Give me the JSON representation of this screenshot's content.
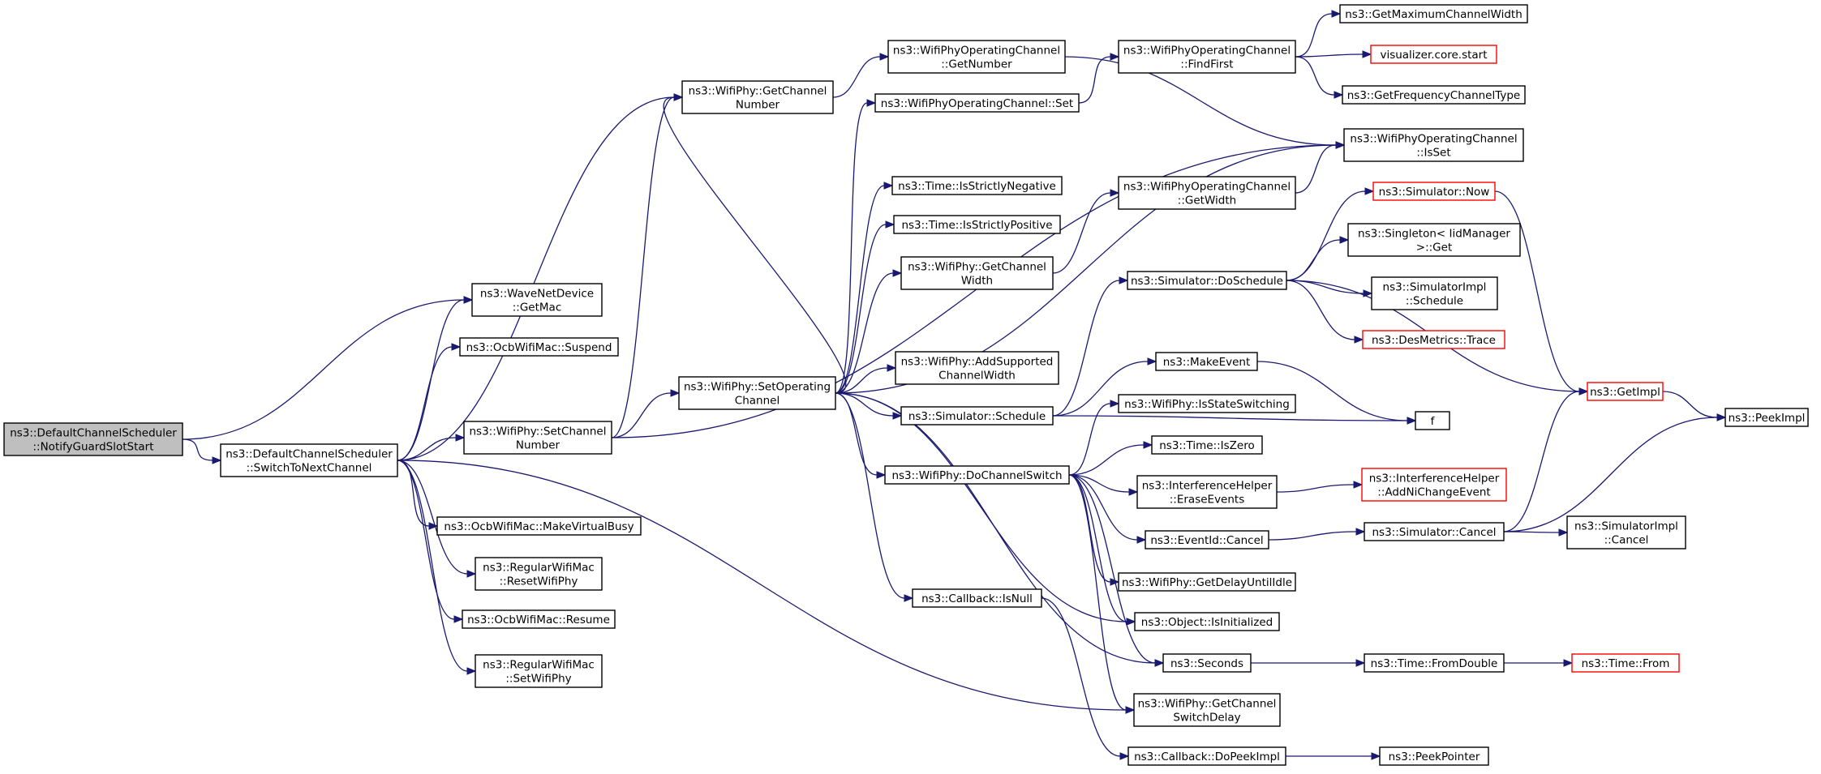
{
  "colors": {
    "edge": "#191970",
    "node_border": "#000000",
    "node_border_incomplete": "#ff0000",
    "root_fill": "#bfbfbf",
    "node_fill": "#ffffff"
  },
  "nodes": [
    {
      "id": "n0",
      "lines": [
        "ns3::DefaultChannelScheduler",
        "::NotifyGuardSlotStart"
      ],
      "kind": "root"
    },
    {
      "id": "n1",
      "lines": [
        "ns3::DefaultChannelScheduler",
        "::SwitchToNextChannel"
      ],
      "kind": "normal"
    },
    {
      "id": "n2",
      "lines": [
        "ns3::WaveNetDevice",
        "::GetMac"
      ],
      "kind": "normal"
    },
    {
      "id": "n3",
      "lines": [
        "ns3::OcbWifiMac::Suspend"
      ],
      "kind": "normal"
    },
    {
      "id": "n4",
      "lines": [
        "ns3::WifiPhy::GetChannel",
        "Number"
      ],
      "kind": "normal"
    },
    {
      "id": "n5",
      "lines": [
        "ns3::WifiPhy::SetChannel",
        "Number"
      ],
      "kind": "normal"
    },
    {
      "id": "n6",
      "lines": [
        "ns3::OcbWifiMac::MakeVirtualBusy"
      ],
      "kind": "normal"
    },
    {
      "id": "n7",
      "lines": [
        "ns3::RegularWifiMac",
        "::ResetWifiPhy"
      ],
      "kind": "normal"
    },
    {
      "id": "n8",
      "lines": [
        "ns3::OcbWifiMac::Resume"
      ],
      "kind": "normal"
    },
    {
      "id": "n9",
      "lines": [
        "ns3::RegularWifiMac",
        "::SetWifiPhy"
      ],
      "kind": "normal"
    },
    {
      "id": "n10",
      "lines": [
        "ns3::WifiPhy::SetOperating",
        "Channel"
      ],
      "kind": "normal"
    },
    {
      "id": "n11",
      "lines": [
        "ns3::WifiPhyOperatingChannel",
        "::GetNumber"
      ],
      "kind": "normal"
    },
    {
      "id": "n12",
      "lines": [
        "ns3::WifiPhyOperatingChannel::Set"
      ],
      "kind": "normal"
    },
    {
      "id": "n13",
      "lines": [
        "ns3::Time::IsStrictlyNegative"
      ],
      "kind": "normal"
    },
    {
      "id": "n14",
      "lines": [
        "ns3::Time::IsStrictlyPositive"
      ],
      "kind": "normal"
    },
    {
      "id": "n15",
      "lines": [
        "ns3::WifiPhy::GetChannel",
        "Width"
      ],
      "kind": "normal"
    },
    {
      "id": "n16",
      "lines": [
        "ns3::WifiPhy::AddSupported",
        "ChannelWidth"
      ],
      "kind": "normal"
    },
    {
      "id": "n17",
      "lines": [
        "ns3::Simulator::Schedule"
      ],
      "kind": "normal"
    },
    {
      "id": "n18",
      "lines": [
        "ns3::WifiPhy::DoChannelSwitch"
      ],
      "kind": "normal"
    },
    {
      "id": "n19",
      "lines": [
        "ns3::Callback::IsNull"
      ],
      "kind": "normal"
    },
    {
      "id": "n20",
      "lines": [
        "ns3::WifiPhyOperatingChannel",
        "::FindFirst"
      ],
      "kind": "normal"
    },
    {
      "id": "n21",
      "lines": [
        "ns3::WifiPhyOperatingChannel",
        "::GetWidth"
      ],
      "kind": "normal"
    },
    {
      "id": "n22",
      "lines": [
        "ns3::Simulator::DoSchedule"
      ],
      "kind": "normal"
    },
    {
      "id": "n23",
      "lines": [
        "ns3::MakeEvent"
      ],
      "kind": "normal"
    },
    {
      "id": "n24",
      "lines": [
        "ns3::WifiPhy::IsStateSwitching"
      ],
      "kind": "normal"
    },
    {
      "id": "n25",
      "lines": [
        "ns3::Time::IsZero"
      ],
      "kind": "normal"
    },
    {
      "id": "n26",
      "lines": [
        "ns3::InterferenceHelper",
        "::EraseEvents"
      ],
      "kind": "normal"
    },
    {
      "id": "n27",
      "lines": [
        "ns3::EventId::Cancel"
      ],
      "kind": "normal"
    },
    {
      "id": "n28",
      "lines": [
        "ns3::WifiPhy::GetDelayUntilIdle"
      ],
      "kind": "normal"
    },
    {
      "id": "n29",
      "lines": [
        "ns3::Object::IsInitialized"
      ],
      "kind": "normal"
    },
    {
      "id": "n30",
      "lines": [
        "ns3::Seconds"
      ],
      "kind": "normal"
    },
    {
      "id": "n31",
      "lines": [
        "ns3::WifiPhy::GetChannel",
        "SwitchDelay"
      ],
      "kind": "normal"
    },
    {
      "id": "n32",
      "lines": [
        "ns3::Callback::DoPeekImpl"
      ],
      "kind": "normal"
    },
    {
      "id": "n33",
      "lines": [
        "ns3::GetMaximumChannelWidth"
      ],
      "kind": "normal"
    },
    {
      "id": "n34",
      "lines": [
        "visualizer.core.start"
      ],
      "kind": "incomplete"
    },
    {
      "id": "n35",
      "lines": [
        "ns3::GetFrequencyChannelType"
      ],
      "kind": "normal"
    },
    {
      "id": "n36",
      "lines": [
        "ns3::WifiPhyOperatingChannel",
        "::IsSet"
      ],
      "kind": "normal"
    },
    {
      "id": "n37",
      "lines": [
        "ns3::Simulator::Now"
      ],
      "kind": "incomplete"
    },
    {
      "id": "n38",
      "lines": [
        "ns3::Singleton< IidManager",
        ">::Get"
      ],
      "kind": "normal"
    },
    {
      "id": "n39",
      "lines": [
        "ns3::SimulatorImpl",
        "::Schedule"
      ],
      "kind": "normal"
    },
    {
      "id": "n40",
      "lines": [
        "ns3::DesMetrics::Trace"
      ],
      "kind": "incomplete"
    },
    {
      "id": "n41",
      "lines": [
        "f"
      ],
      "kind": "normal"
    },
    {
      "id": "n42",
      "lines": [
        "ns3::InterferenceHelper",
        "::AddNiChangeEvent"
      ],
      "kind": "incomplete"
    },
    {
      "id": "n43",
      "lines": [
        "ns3::Simulator::Cancel"
      ],
      "kind": "normal"
    },
    {
      "id": "n44",
      "lines": [
        "ns3::Time::FromDouble"
      ],
      "kind": "normal"
    },
    {
      "id": "n45",
      "lines": [
        "ns3::PeekPointer"
      ],
      "kind": "normal"
    },
    {
      "id": "n46",
      "lines": [
        "ns3::GetImpl"
      ],
      "kind": "incomplete"
    },
    {
      "id": "n47",
      "lines": [
        "ns3::SimulatorImpl",
        "::Cancel"
      ],
      "kind": "normal"
    },
    {
      "id": "n48",
      "lines": [
        "ns3::Time::From"
      ],
      "kind": "incomplete"
    },
    {
      "id": "n49",
      "lines": [
        "ns3::PeekImpl"
      ],
      "kind": "normal"
    }
  ],
  "edges": [
    [
      "n0",
      "n1"
    ],
    [
      "n0",
      "n2"
    ],
    [
      "n1",
      "n2"
    ],
    [
      "n1",
      "n3"
    ],
    [
      "n1",
      "n4"
    ],
    [
      "n1",
      "n5"
    ],
    [
      "n1",
      "n6"
    ],
    [
      "n1",
      "n7"
    ],
    [
      "n1",
      "n8"
    ],
    [
      "n1",
      "n9"
    ],
    [
      "n1",
      "n31"
    ],
    [
      "n5",
      "n4"
    ],
    [
      "n5",
      "n10"
    ],
    [
      "n5",
      "n36"
    ],
    [
      "n4",
      "n11"
    ],
    [
      "n10",
      "n12"
    ],
    [
      "n10",
      "n13"
    ],
    [
      "n10",
      "n14"
    ],
    [
      "n10",
      "n15"
    ],
    [
      "n10",
      "n16"
    ],
    [
      "n10",
      "n17"
    ],
    [
      "n10",
      "n18"
    ],
    [
      "n10",
      "n19"
    ],
    [
      "n10",
      "n36"
    ],
    [
      "n10",
      "n4"
    ],
    [
      "n10",
      "n29"
    ],
    [
      "n10",
      "n30"
    ],
    [
      "n11",
      "n36"
    ],
    [
      "n12",
      "n20"
    ],
    [
      "n20",
      "n33"
    ],
    [
      "n20",
      "n34"
    ],
    [
      "n20",
      "n35"
    ],
    [
      "n15",
      "n21"
    ],
    [
      "n21",
      "n36"
    ],
    [
      "n17",
      "n22"
    ],
    [
      "n17",
      "n23"
    ],
    [
      "n17",
      "n41"
    ],
    [
      "n22",
      "n37"
    ],
    [
      "n22",
      "n38"
    ],
    [
      "n22",
      "n39"
    ],
    [
      "n22",
      "n40"
    ],
    [
      "n22",
      "n46"
    ],
    [
      "n23",
      "n41"
    ],
    [
      "n18",
      "n24"
    ],
    [
      "n18",
      "n25"
    ],
    [
      "n18",
      "n26"
    ],
    [
      "n18",
      "n27"
    ],
    [
      "n18",
      "n28"
    ],
    [
      "n18",
      "n29"
    ],
    [
      "n18",
      "n30"
    ],
    [
      "n18",
      "n31"
    ],
    [
      "n26",
      "n42"
    ],
    [
      "n27",
      "n43"
    ],
    [
      "n43",
      "n46"
    ],
    [
      "n43",
      "n47"
    ],
    [
      "n43",
      "n49"
    ],
    [
      "n37",
      "n46"
    ],
    [
      "n46",
      "n49"
    ],
    [
      "n30",
      "n44"
    ],
    [
      "n44",
      "n48"
    ],
    [
      "n19",
      "n32"
    ],
    [
      "n32",
      "n45"
    ]
  ]
}
